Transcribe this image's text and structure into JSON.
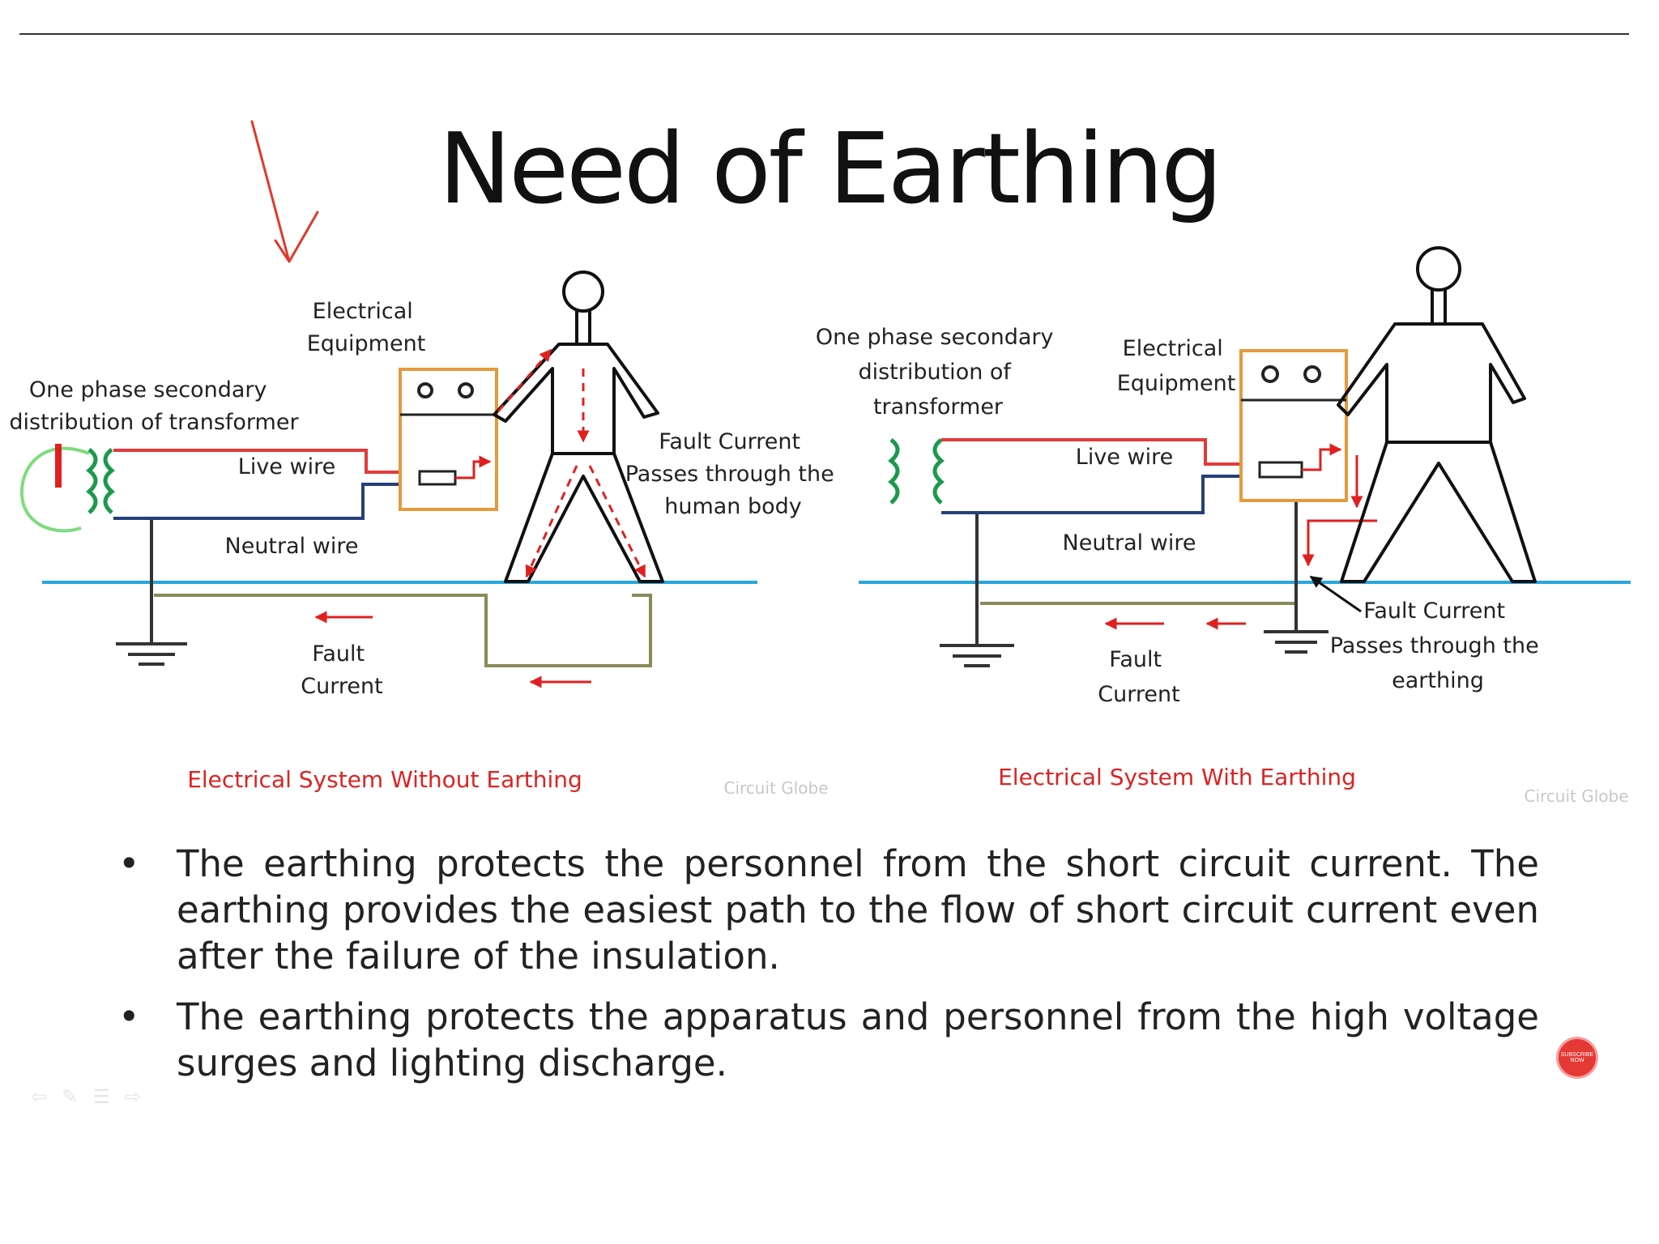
{
  "title": "Need of Earthing",
  "diagram_left": {
    "caption": "Electrical System Without Earthing",
    "watermark": "Circuit Globe",
    "labels": {
      "transformer": [
        "One phase secondary",
        "distribution of transformer"
      ],
      "equipment": [
        "Electrical",
        "Equipment"
      ],
      "live": "Live wire",
      "neutral": "Neutral wire",
      "fault_body": [
        "Fault Current",
        "Passes through the",
        "human body"
      ],
      "fault_ground": [
        "Fault",
        "Current"
      ]
    }
  },
  "diagram_right": {
    "caption": "Electrical System With Earthing",
    "watermark": "Circuit Globe",
    "labels": {
      "transformer": [
        "One phase secondary",
        "distribution of",
        "transformer"
      ],
      "equipment": [
        "Electrical",
        "Equipment"
      ],
      "live": "Live wire",
      "neutral": "Neutral wire",
      "fault_earth": [
        "Fault Current",
        "Passes through the",
        "earthing"
      ],
      "fault_ground": [
        "Fault",
        "Current"
      ]
    }
  },
  "bullets": [
    "The earthing protects the personnel from the short circuit current. The earthing provides the easiest path to the flow of short circuit current even after the failure of the insulation.",
    "The earthing protects the apparatus and personnel from the high voltage surges and lighting discharge."
  ],
  "bullet_symbol": "•",
  "subscribe_badge": "SUBSCRIBE NOW",
  "colors": {
    "live": "#e23b3b",
    "neutral": "#23407a",
    "ground_line": "#27a7e0",
    "fault_path": "#8a8a5a",
    "arrow": "#e02020",
    "equipment_border": "#e39a3b",
    "coil": "#1a9a4a",
    "caption": "#dd2222"
  }
}
